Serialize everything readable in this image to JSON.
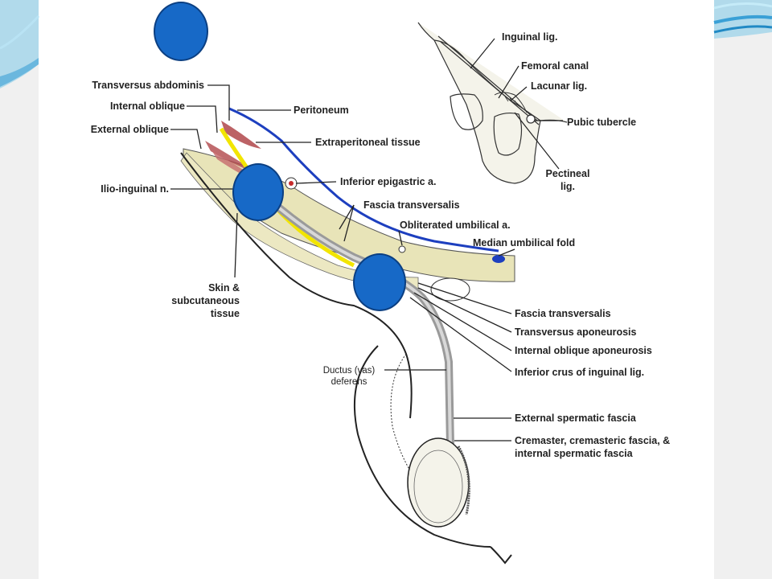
{
  "colors": {
    "accent_blue": "#1769c7",
    "peritoneum_blue": "#1d3fbf",
    "fascia_yellow": "#f2e500",
    "muscle_red": "#b0464a",
    "fat_tan": "#e8e4b8",
    "panel_gray": "#f0f0f0"
  },
  "labels": {
    "inguinal_lig": "Inguinal lig.",
    "femoral_canal": "Femoral canal",
    "lacunar_lig": "Lacunar lig.",
    "pubic_tubercle": "Pubic tubercle",
    "pectineal_lig": "Pectineal lig.",
    "transversus_abdominis": "Transversus abdominis",
    "internal_oblique": "Internal oblique",
    "external_oblique": "External oblique",
    "ilio_inguinal": "Ilio-inguinal n.",
    "skin_subcutaneous": "Skin & subcutaneous tissue",
    "peritoneum": "Peritoneum",
    "extraperitoneal": "Extraperitoneal tissue",
    "inferior_epigastric": "Inferior epigastric a.",
    "fascia_transversalis_1": "Fascia transversalis",
    "obliterated_umbilical": "Obliterated umbilical a.",
    "median_umbilical_fold": "Median umbilical fold",
    "fascia_transversalis_2": "Fascia transversalis",
    "transversus_aponeurosis": "Transversus aponeurosis",
    "internal_oblique_aponeurosis": "Internal oblique aponeurosis",
    "inferior_crus": "Inferior crus of inguinal lig.",
    "ductus_deferens": "Ductus (vas) deferens",
    "external_spermatic_fascia": "External spermatic fascia",
    "cremaster": "Cremaster, cremasteric fascia, & internal spermatic fascia"
  }
}
